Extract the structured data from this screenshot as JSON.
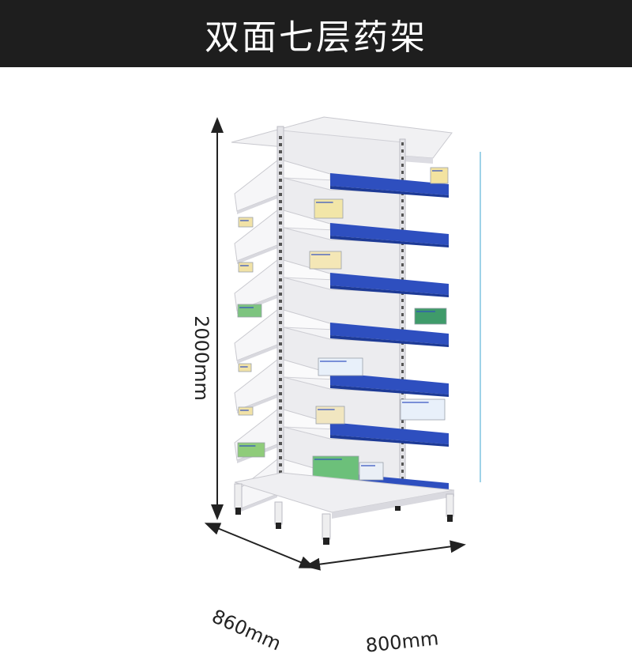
{
  "header": {
    "title": "双面七层药架"
  },
  "dimensions": {
    "height": "2000mm",
    "depth": "860mm",
    "width": "800mm"
  },
  "colors": {
    "header_bg": "#1e1e1e",
    "shelf_white": "#f4f4f6",
    "shelf_edge": "#2e4fbf",
    "dimension_line": "#222222"
  },
  "product": {
    "shelf_levels": 7,
    "sides": 2
  }
}
